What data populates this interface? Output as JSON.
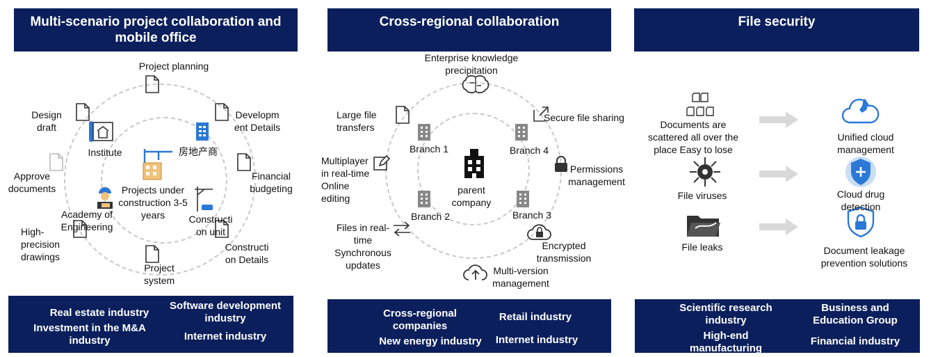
{
  "panel1": {
    "title": "Multi-scenario project collaboration and mobile office",
    "nodes": {
      "project_planning": "Project planning",
      "design_draft": "Design draft",
      "development_details": "Developm ent Details",
      "financial_budgeting": "Financial budgeting",
      "approve_documents": "Approve documents",
      "high_precision": "High-precision drawings",
      "project_system": "Project system",
      "construction_details": "Constructi on Details",
      "institute": "Institute",
      "real_estate_cn": "房地产商",
      "academy": "Academy of Engineering",
      "construction_unit": "Constructi on unit",
      "center": "Projects under construction 3-5 years"
    },
    "footer": {
      "left": [
        "Real estate industry",
        "Investment in the M&A industry"
      ],
      "right": [
        "Software development industry",
        "Internet industry"
      ]
    }
  },
  "panel2": {
    "title": "Cross-regional collaboration",
    "nodes": {
      "knowledge": "Enterprise knowledge precipitation",
      "large_file": "Large file transfers",
      "secure_sharing": "Secure file sharing",
      "multiplayer": "Multiplayer in real-time Online editing",
      "permissions": "Permissions management",
      "files_sync": "Files in real-time Synchronous updates",
      "encrypted": "Encrypted transmission",
      "multi_version": "Multi-version management",
      "branch1": "Branch 1",
      "branch2": "Branch 2",
      "branch3": "Branch 3",
      "branch4": "Branch 4",
      "center": "parent company"
    },
    "footer": {
      "left": [
        "Cross-regional companies",
        "New energy industry"
      ],
      "right": [
        "Retail industry",
        "Internet industry"
      ]
    }
  },
  "panel3": {
    "title": "File security",
    "problems": [
      "Documents are scattered all over the place Easy to lose",
      "File viruses",
      "File leaks"
    ],
    "solutions": [
      "Unified cloud management",
      "Cloud drug detection",
      "Document leakage prevention solutions"
    ],
    "footer": {
      "left": [
        "Scientific research industry",
        "High-end manufacturing"
      ],
      "right": [
        "Business and Education Group",
        "Financial industry"
      ]
    }
  },
  "colors": {
    "navy": "#0b1f5c",
    "blue": "#2b78d6",
    "gray": "#c9c9c9"
  },
  "icons": [
    "document-icon",
    "building-icon",
    "crane-icon",
    "engineer-icon",
    "brain-icon",
    "share-icon",
    "lock-icon",
    "edit-icon",
    "sync-icon",
    "cloud-lock-icon",
    "cloud-upload-icon",
    "virus-icon",
    "folder-icon",
    "cloud-rocket-icon",
    "shield-icon",
    "padlock-icon"
  ]
}
